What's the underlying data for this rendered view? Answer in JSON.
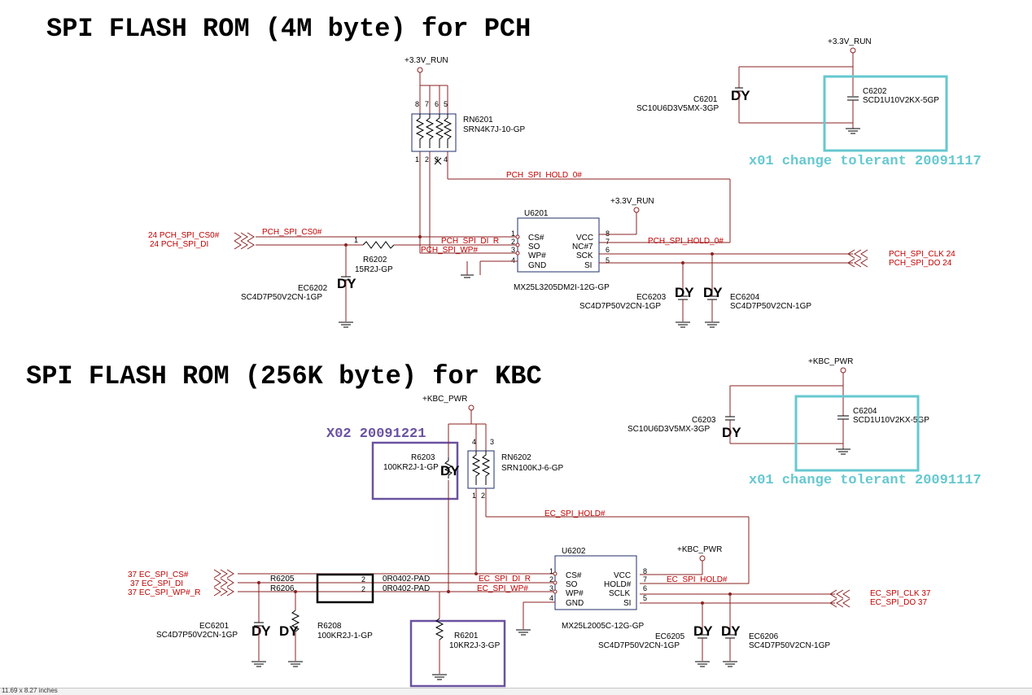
{
  "top": {
    "title": "SPI FLASH ROM (4M byte) for PCH",
    "note": "x01 change tolerant 20091117",
    "power_a": "+3.3V_RUN",
    "power_b": "+3.3V_RUN",
    "power_c": "+3.3V_RUN",
    "rn_ref": "RN6201",
    "rn_part": "SRN4K7J-10-GP",
    "rn_pins_top": [
      "8",
      "7",
      "6",
      "5"
    ],
    "rn_pins_bot": [
      "1",
      "2",
      "3",
      "4"
    ],
    "u_ref": "U6201",
    "u_part": "MX25L3205DM2I-12G-GP",
    "u_pins_left": [
      "CS#",
      "SO",
      "WP#",
      "GND"
    ],
    "u_pins_right": [
      "VCC",
      "NC#7",
      "SCK",
      "SI"
    ],
    "u_pnums_left": [
      "1",
      "2",
      "3",
      "4"
    ],
    "u_pnums_right": [
      "8",
      "7",
      "6",
      "5"
    ],
    "c_a_ref": "C6201",
    "c_a_part": "SC10U6D3V5MX-3GP",
    "c_b_ref": "C6202",
    "c_b_part": "SCD1U10V2KX-5GP",
    "r_ref": "R6202",
    "r_part": "15R2J-GP",
    "r_pin": "1",
    "ec_a_ref": "EC6202",
    "ec_a_part": "SC4D7P50V2CN-1GP",
    "ec_b_ref": "EC6203",
    "ec_b_part": "SC4D7P50V2CN-1GP",
    "ec_c_ref": "EC6204",
    "ec_c_part": "SC4D7P50V2CN-1GP",
    "dy": "DY",
    "off_cs": "24  PCH_SPI_CS0#",
    "off_di": "24  PCH_SPI_DI",
    "off_clk": "PCH_SPI_CLK  24",
    "off_do": "PCH_SPI_DO  24",
    "net_cs": "PCH_SPI_CS0#",
    "net_dir": "PCH_SPI_DI_R",
    "net_wp": "PCH_SPI_WP#",
    "net_hold": "PCH_SPI_HOLD_0#",
    "net_hold2": "PCH_SPI_HOLD_0#"
  },
  "bottom": {
    "title": "SPI FLASH ROM (256K byte) for KBC",
    "note": "x01 change tolerant 20091117",
    "x02": "X02 20091221",
    "power_a": "+KBC_PWR",
    "power_b": "+KBC_PWR",
    "power_c": "+KBC_PWR",
    "rn_ref": "RN6202",
    "rn_part": "SRN100KJ-6-GP",
    "rn_pins": [
      "4",
      "3",
      "1",
      "2"
    ],
    "u_ref": "U6202",
    "u_part": "MX25L2005C-12G-GP",
    "u_pins_left": [
      "CS#",
      "SO",
      "WP#",
      "GND"
    ],
    "u_pins_right": [
      "VCC",
      "HOLD#",
      "SCLK",
      "SI"
    ],
    "u_pnums_left": [
      "1",
      "2",
      "3",
      "4"
    ],
    "u_pnums_right": [
      "8",
      "7",
      "6",
      "5"
    ],
    "c_a_ref": "C6203",
    "c_a_part": "SC10U6D3V5MX-3GP",
    "c_b_ref": "C6204",
    "c_b_part": "SCD1U10V2KX-5GP",
    "r3_ref": "R6203",
    "r3_part": "100KR2J-1-GP",
    "r1_ref": "R6201",
    "r1_part": "10KR2J-3-GP",
    "r8_ref": "R6208",
    "r8_part": "100KR2J-1-GP",
    "r5_ref": "R6205",
    "r6_ref": "R6206",
    "pad_part_a": "0R0402-PAD",
    "pad_part_b": "0R0402-PAD",
    "pad_pin_a": "2",
    "pad_pin_b": "2",
    "ec_a_ref": "EC6201",
    "ec_a_part": "SC4D7P50V2CN-1GP",
    "ec_b_ref": "EC6205",
    "ec_b_part": "SC4D7P50V2CN-1GP",
    "ec_c_ref": "EC6206",
    "ec_c_part": "SC4D7P50V2CN-1GP",
    "dy": "DY",
    "off_cs": "37  EC_SPI_CS#",
    "off_di": "37  EC_SPI_DI",
    "off_wp": "37  EC_SPI_WP#_R",
    "off_clk": "EC_SPI_CLK  37",
    "off_do": "EC_SPI_DO  37",
    "net_dir": "EC_SPI_DI_R",
    "net_wp": "EC_SPI_WP#",
    "net_hold": "EC_SPI_HOLD#",
    "net_hold2": "EC_SPI_HOLD#"
  },
  "colors": {
    "wire": "#8b2222",
    "net": "#c00000",
    "note": "#66c8d0",
    "box": "#6a52a0",
    "chip": "#1f2f6a"
  },
  "status": {
    "text": "11.69 x 8.27 inches"
  }
}
